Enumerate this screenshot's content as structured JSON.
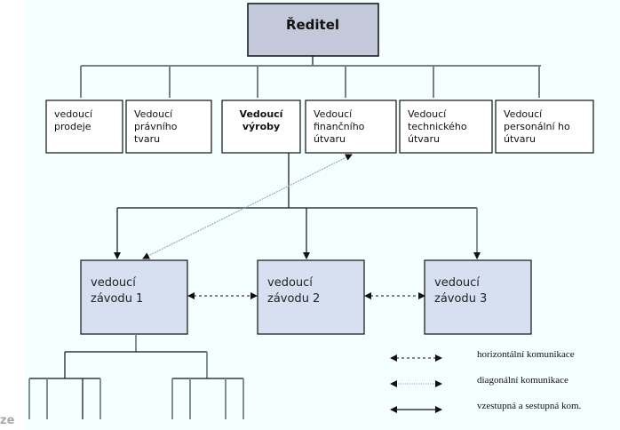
{
  "diagram": {
    "director": {
      "label": "Ředitel"
    },
    "department_heads": [
      {
        "lines": [
          "vedoucí",
          "prodeje"
        ],
        "bold": false
      },
      {
        "lines": [
          "Vedoucí",
          "právního",
          "tvaru"
        ],
        "bold": false
      },
      {
        "lines": [
          "Vedoucí",
          "výroby"
        ],
        "bold": true
      },
      {
        "lines": [
          "Vedoucí",
          "finančního",
          "útvaru"
        ],
        "bold": false
      },
      {
        "lines": [
          "Vedoucí",
          "technického",
          "útvaru"
        ],
        "bold": false
      },
      {
        "lines": [
          "Vedoucí",
          "personální  ho",
          "útvaru"
        ],
        "bold": false
      }
    ],
    "plant_heads": [
      {
        "lines": [
          "vedoucí",
          "závodu 1"
        ]
      },
      {
        "lines": [
          "vedoucí",
          "závodu 2"
        ]
      },
      {
        "lines": [
          "vedoucí",
          "závodu 3"
        ]
      }
    ],
    "legend": [
      {
        "style": "dashed",
        "label": "horizontální komunikace"
      },
      {
        "style": "dotted",
        "label": "diagonální komunikace"
      },
      {
        "style": "solid",
        "label": "vzestupná a sestupná kom."
      }
    ],
    "colors": {
      "background": "#f4ffff",
      "director_fill": "#c3c9db",
      "plant_fill": "#d6e0f0",
      "dept_fill": "#ffffff",
      "connector_gray": "#7a7f87",
      "diagonal_line": "#9aa6c8"
    }
  },
  "side_text": "ze"
}
